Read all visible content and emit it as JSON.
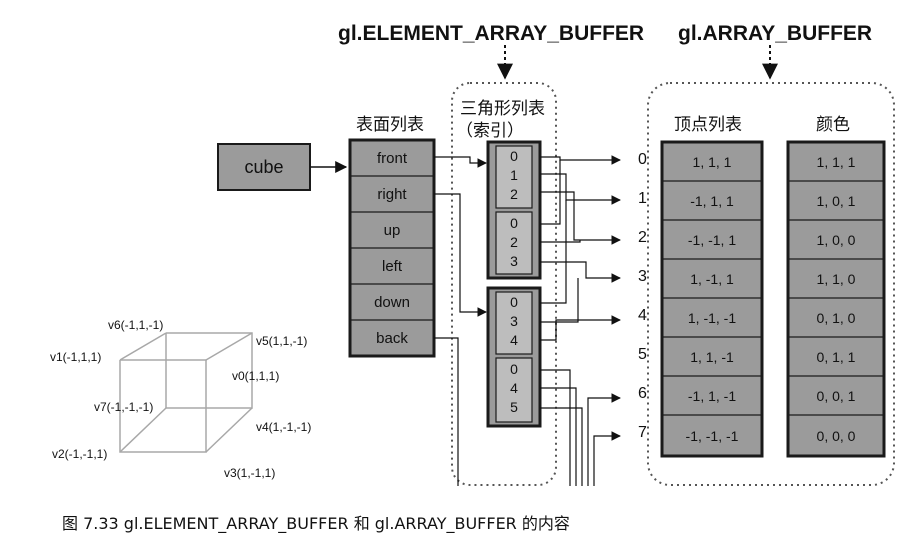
{
  "headers": {
    "element_array_buffer": "gl.ELEMENT_ARRAY_BUFFER",
    "array_buffer": "gl.ARRAY_BUFFER"
  },
  "labels": {
    "face_list": "表面列表",
    "triangle_list_line1": "三角形列表",
    "triangle_list_line2": "（索引）",
    "vertex_list": "顶点列表",
    "color": "颜色"
  },
  "cube_label": "cube",
  "faces": [
    "front",
    "right",
    "up",
    "left",
    "down",
    "back"
  ],
  "index_groups": [
    {
      "top": [
        "0",
        "1",
        "2"
      ],
      "bottom": [
        "0",
        "2",
        "3"
      ]
    },
    {
      "top": [
        "0",
        "3",
        "4"
      ],
      "bottom": [
        "0",
        "4",
        "5"
      ]
    }
  ],
  "vertex_indices": [
    "0",
    "1",
    "2",
    "3",
    "4",
    "5",
    "6",
    "7"
  ],
  "vertices": [
    "1,  1,  1",
    "-1,  1,  1",
    "-1, -1, 1",
    "1, -1,  1",
    "1, -1, -1",
    "1, 1, -1",
    "-1, 1, -1",
    "-1, -1, -1"
  ],
  "colors": [
    "1, 1, 1",
    "1, 0, 1",
    "1, 0, 0",
    "1, 1, 0",
    "0, 1, 0",
    "0, 1, 1",
    "0, 0, 1",
    "0, 0, 0"
  ],
  "cube_vertices": {
    "v0": "v0(1,1,1)",
    "v1": "v1(-1,1,1)",
    "v2": "v2(-1,-1,1)",
    "v3": "v3(1,-1,1)",
    "v4": "v4(1,-1,-1)",
    "v5": "v5(1,1,-1)",
    "v6": "v6(-1,1,-1)",
    "v7": "v7(-1,-1,-1)"
  },
  "caption": "图 7.33  gl.ELEMENT_ARRAY_BUFFER 和 gl.ARRAY_BUFFER 的内容",
  "colors_ui": {
    "cell_fill": "#9b9b9b",
    "border": "#1a1a1a",
    "cube_edges": "#a8a8a8"
  }
}
